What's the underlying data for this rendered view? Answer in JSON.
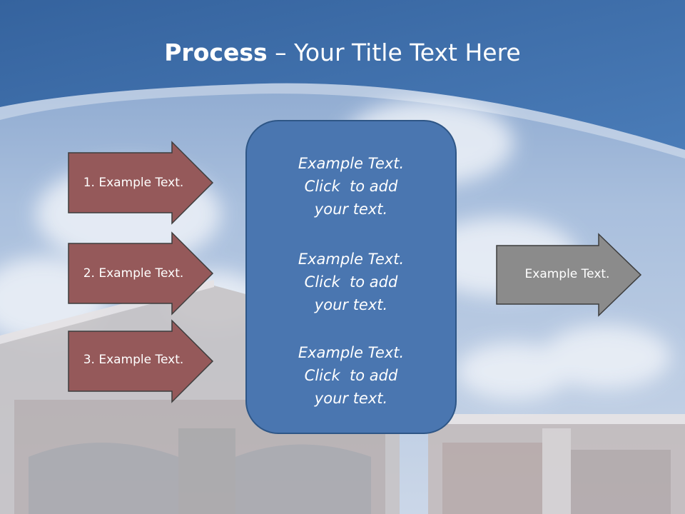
{
  "slide": {
    "title_bold": "Process",
    "title_rest": " – Your Title Text Here"
  },
  "left_arrows": [
    {
      "label": "1. Example Text."
    },
    {
      "label": "2. Example Text."
    },
    {
      "label": "3. Example Text."
    }
  ],
  "center": {
    "blocks": [
      {
        "line1": "Example Text.",
        "line2": "Click  to add",
        "line3": "your text."
      },
      {
        "line1": "Example Text.",
        "line2": "Click  to add",
        "line3": "your text."
      },
      {
        "line1": "Example Text.",
        "line2": "Click  to add",
        "line3": "your text."
      }
    ]
  },
  "right_arrow": {
    "label": "Example Text."
  },
  "colors": {
    "header_blue": "#3c6ba5",
    "left_arrow_fill": "#95595a",
    "center_box_fill": "#4a76b0",
    "right_arrow_fill": "#8b8b8b"
  }
}
